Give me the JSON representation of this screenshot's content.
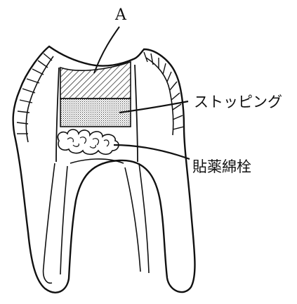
{
  "labels": {
    "top": "A",
    "stopping": "ストッピング",
    "medicated_cotton": "貼薬綿栓"
  },
  "colors": {
    "line": "#111111",
    "background": "#ffffff"
  }
}
